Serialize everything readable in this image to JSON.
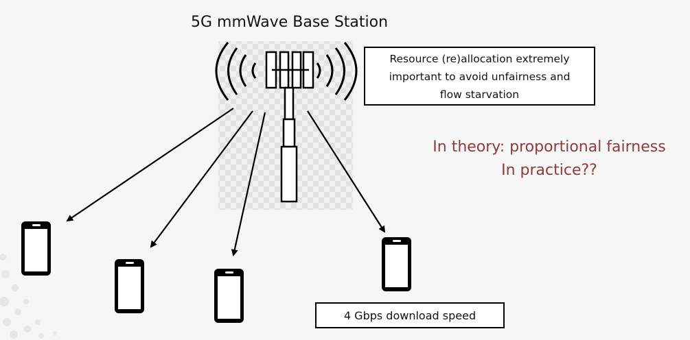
{
  "title": "5G mmWave Base Station",
  "callout": {
    "line1": "Resource (re)allocation extremely",
    "line2": "important to avoid unfairness and",
    "line3": "flow starvation"
  },
  "speed_label": "4 Gbps download speed",
  "theory": {
    "line1": "In theory: proportional fairness",
    "line2": "In practice??"
  },
  "colors": {
    "theory_text": "#8b3c3c",
    "outline": "#000000",
    "background": "#f6f6f6"
  },
  "icons": [
    "cell-tower-icon",
    "radio-wave-icon",
    "smartphone-icon",
    "arrow-icon"
  ]
}
